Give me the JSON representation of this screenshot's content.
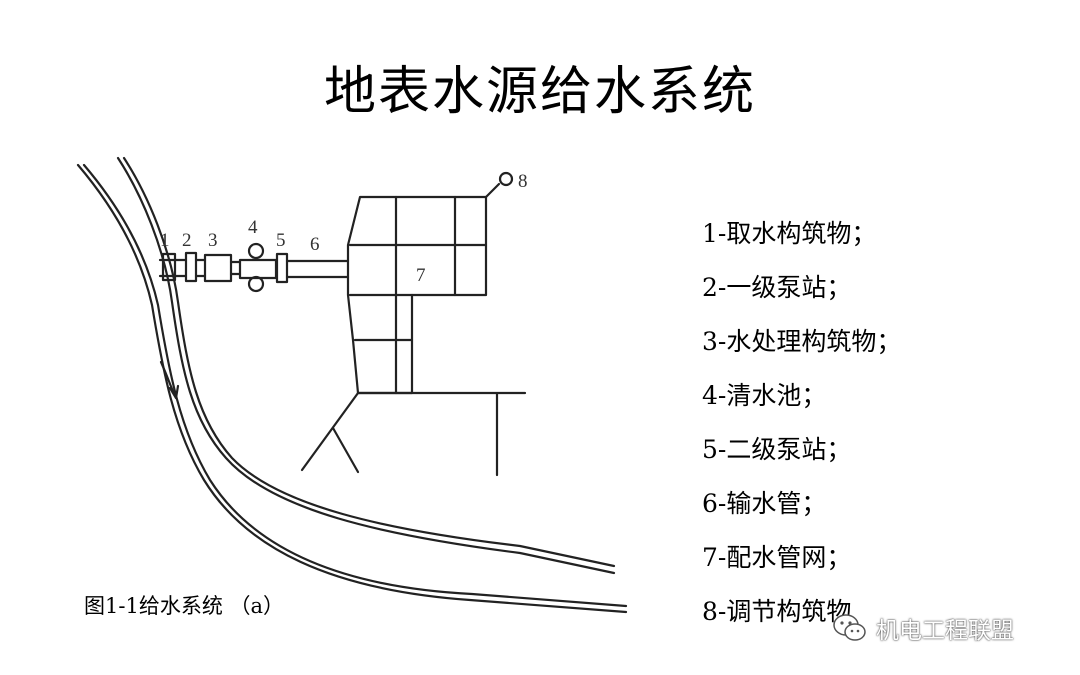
{
  "title": "地表水源给水系统",
  "caption": "图1-1给水系统 （a）",
  "legend": [
    "1-取水构筑物；",
    "2-一级泵站；",
    "3-水处理构筑物；",
    "4-清水池；",
    "5-二级泵站；",
    "6-输水管；",
    "7-配水管网；",
    "8-调节构筑物"
  ],
  "diagram_labels": [
    "1",
    "2",
    "3",
    "4",
    "5",
    "6",
    "7",
    "8"
  ],
  "watermark": "机电工程联盟"
}
